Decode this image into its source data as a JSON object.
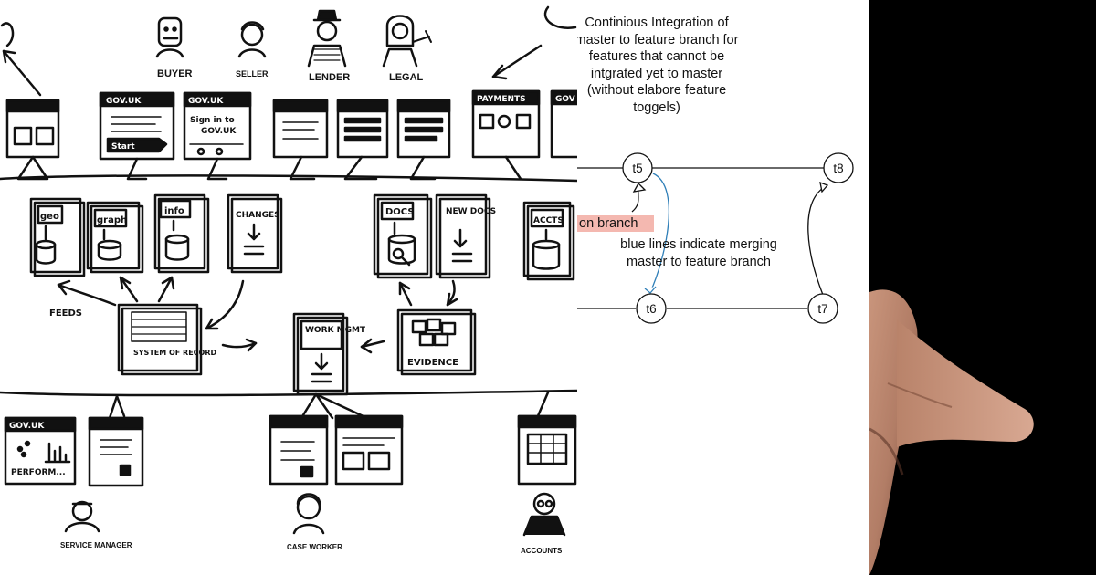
{
  "sketch": {
    "personas_top": [
      "BUYER",
      "SELLER",
      "LENDER",
      "LEGAL"
    ],
    "screens_top": [
      {
        "brand": "GOV.UK",
        "action": "Start"
      },
      {
        "brand": "GOV.UK",
        "line1": "Sign in to",
        "line2": "GOV.UK"
      },
      {
        "brand": "PAYMENTS"
      },
      {
        "brand": "GOV"
      }
    ],
    "services": [
      "geo",
      "graph",
      "info",
      "CHANGES",
      "DOCS",
      "NEW DOCS",
      "ACCTS"
    ],
    "hubs": {
      "system_of_record": "SYSTEM OF RECORD",
      "work_mgmt": "WORK MGMT",
      "evidence": "EVIDENCE",
      "feeds": "FEEDS"
    },
    "screens_bottom": [
      {
        "brand": "GOV.UK",
        "caption": "PERFORM..."
      }
    ],
    "personas_bottom": [
      "SERVICE MANAGER",
      "CASE WORKER",
      "ACCOUNTS"
    ]
  },
  "git_diagram": {
    "title": "Continious Integration of\nmaster to feature branch for\nfeatures that cannot be\nintgrated yet to master\n(without elabore feature\ntoggels)",
    "branch_label": "on branch",
    "note": "blue lines indicate merging\nmaster to feature branch",
    "nodes": [
      "t5",
      "t8",
      "t6",
      "t7"
    ],
    "colors": {
      "merge_line": "#2f7fb8",
      "branch_highlight": "#f4b8b0"
    }
  },
  "photo": {
    "background": "#000000"
  }
}
